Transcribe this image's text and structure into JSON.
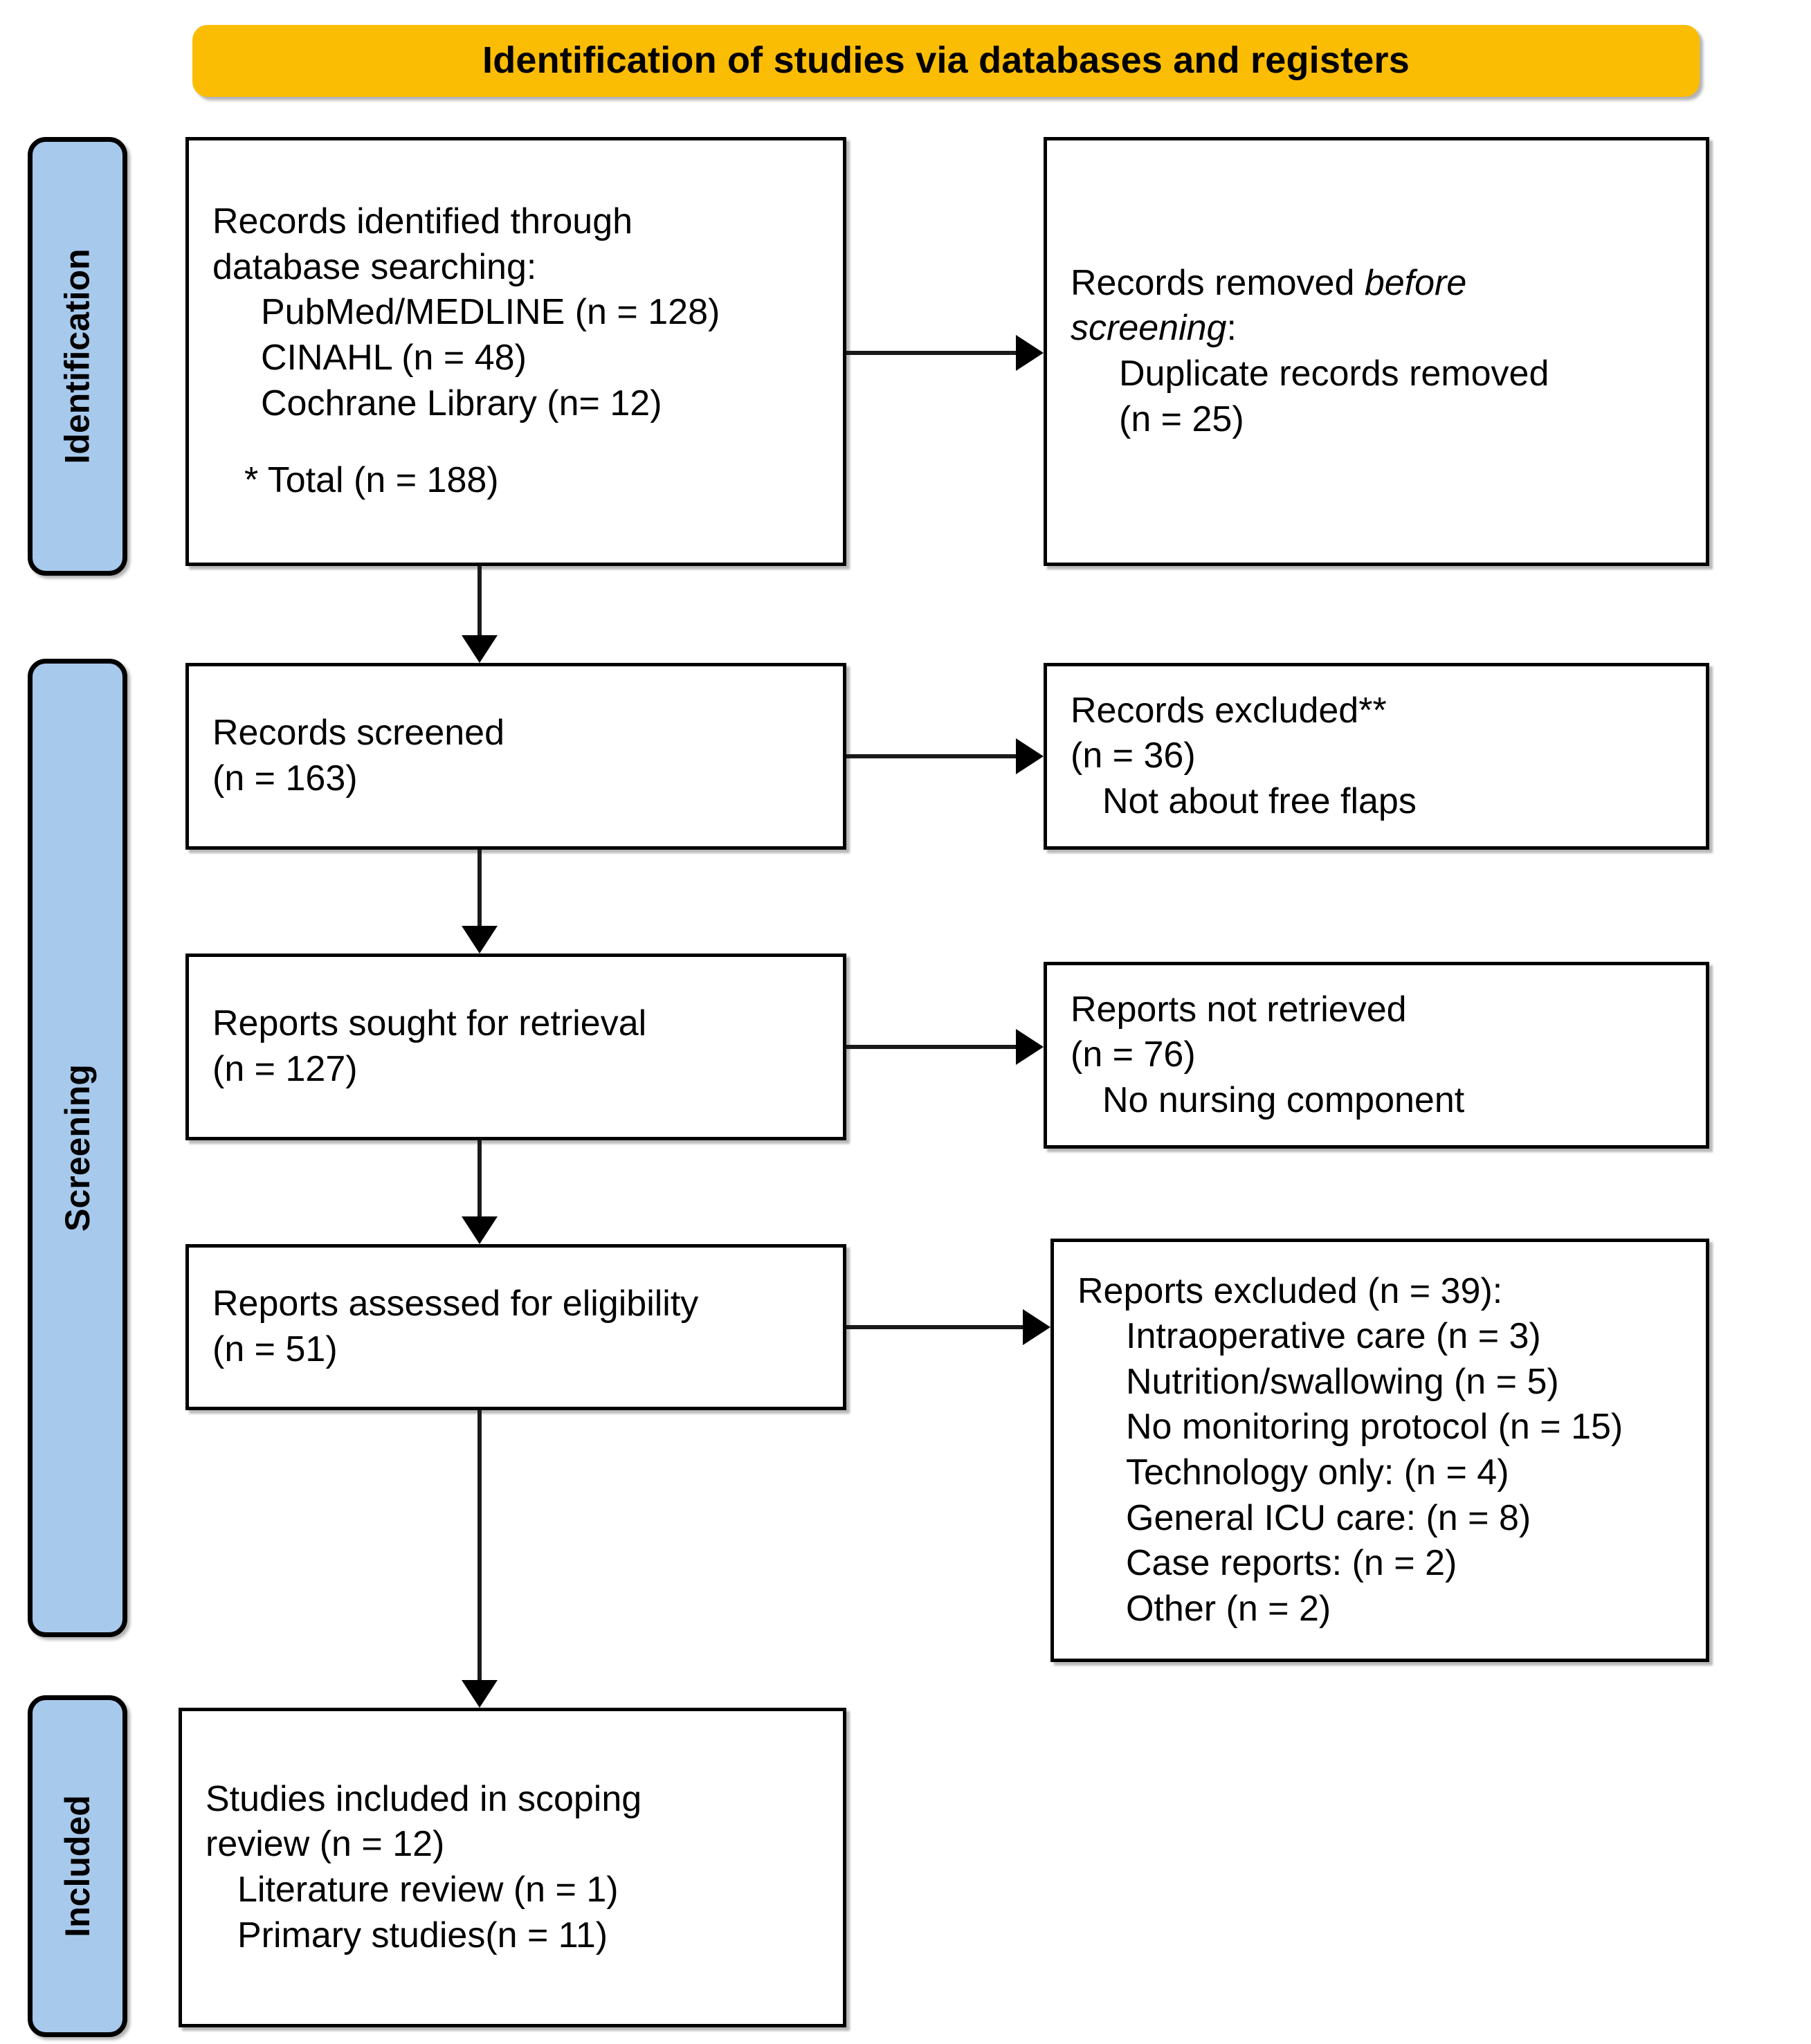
{
  "diagram": {
    "title": "PRISMA 2020 flow diagram",
    "banner": {
      "label": "Identification of studies via databases and registers",
      "color": "#FBBC04"
    },
    "rail_color": "#A7C9EC",
    "stages": [
      {
        "key": "identification",
        "label": "Identification"
      },
      {
        "key": "screening",
        "label": "Screening"
      },
      {
        "key": "included",
        "label": "Included"
      }
    ],
    "boxes": {
      "records_identified": {
        "name": "records-identified",
        "lines": [
          {
            "text": "Records identified through"
          },
          {
            "text": "database searching:"
          },
          {
            "text": "PubMed/MEDLINE (n = 128)",
            "indent": 1
          },
          {
            "text": "CINAHL (n = 48)",
            "indent": 1
          },
          {
            "text": "Cochrane Library (n= 12)",
            "indent": 1
          },
          {
            "text": "",
            "spacer": true
          },
          {
            "text": "* Total (n = 188)",
            "indent": "half"
          }
        ]
      },
      "records_removed": {
        "name": "records-removed-before-screening",
        "lines": [
          {
            "text": "Records removed ",
            "italic_tail": "before"
          },
          {
            "text": "screening",
            "italic_lead": true,
            "tail": ":"
          },
          {
            "text": "Duplicate records removed",
            "indent": 1
          },
          {
            "text": "(n = 25)",
            "indent": 1
          }
        ]
      },
      "records_screened": {
        "name": "records-screened",
        "lines": [
          {
            "text": "Records screened"
          },
          {
            "text": "(n = 163)"
          }
        ]
      },
      "records_excluded": {
        "name": "records-excluded",
        "lines": [
          {
            "text": "Records excluded**"
          },
          {
            "text": "(n = 36)"
          },
          {
            "text": "Not about free flaps",
            "indent": "half"
          }
        ]
      },
      "reports_sought": {
        "name": "reports-sought-for-retrieval",
        "lines": [
          {
            "text": "Reports sought for retrieval"
          },
          {
            "text": "(n = 127)"
          }
        ]
      },
      "reports_not_retrieved": {
        "name": "reports-not-retrieved",
        "lines": [
          {
            "text": "Reports not retrieved"
          },
          {
            "text": "(n = 76)"
          },
          {
            "text": "No nursing component",
            "indent": "half"
          }
        ]
      },
      "reports_assessed": {
        "name": "reports-assessed-for-eligibility",
        "lines": [
          {
            "text": "Reports assessed for eligibility"
          },
          {
            "text": "(n = 51)"
          }
        ]
      },
      "reports_excluded": {
        "name": "reports-excluded",
        "lines": [
          {
            "text": "Reports excluded (n = 39):"
          },
          {
            "text": "Intraoperative care (n = 3)",
            "indent": 1
          },
          {
            "text": "Nutrition/swallowing (n = 5)",
            "indent": 1
          },
          {
            "text": "No monitoring protocol (n = 15)",
            "indent": 1
          },
          {
            "text": "Technology only: (n = 4)",
            "indent": 1
          },
          {
            "text": "General ICU care: (n = 8)",
            "indent": 1
          },
          {
            "text": "Case reports: (n = 2)",
            "indent": 1
          },
          {
            "text": "Other (n = 2)",
            "indent": 1
          }
        ]
      },
      "studies_included": {
        "name": "studies-included-in-review",
        "lines": [
          {
            "text": "Studies included in scoping"
          },
          {
            "text": "review (n = 12)"
          },
          {
            "text": "Literature review (n = 1)",
            "indent": "half"
          },
          {
            "text": "Primary studies(n = 11)",
            "indent": "half"
          }
        ]
      }
    },
    "counts": {
      "pubmed_medline": 128,
      "cinahl": 48,
      "cochrane_library": 12,
      "total_identified": 188,
      "duplicates_removed": 25,
      "records_screened": 163,
      "records_excluded": 36,
      "reports_sought": 127,
      "reports_not_retrieved": 76,
      "reports_assessed": 51,
      "reports_excluded_total": 39,
      "excl_intraoperative_care": 3,
      "excl_nutrition_swallowing": 5,
      "excl_no_monitoring_protocol": 15,
      "excl_technology_only": 4,
      "excl_general_icu_care": 8,
      "excl_case_reports": 2,
      "excl_other": 2,
      "studies_included": 12,
      "included_literature_review": 1,
      "included_primary_studies": 11
    }
  }
}
